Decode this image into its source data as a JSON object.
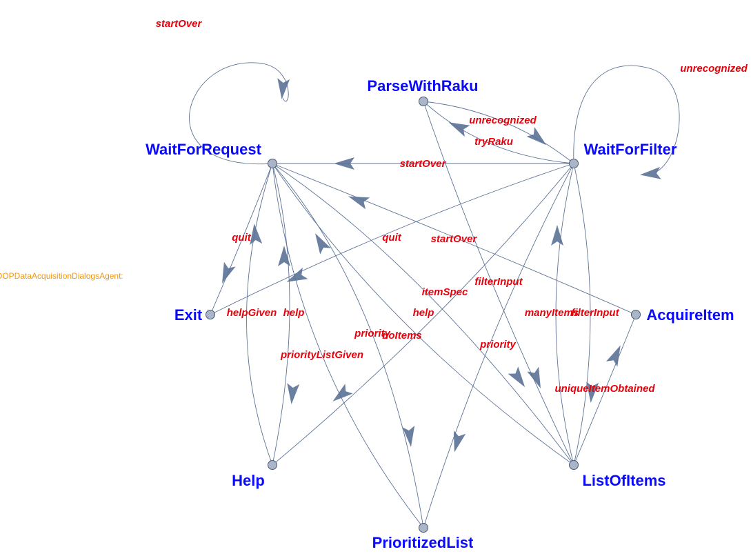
{
  "colors": {
    "node_label": "#0a0aff",
    "edge_label": "#e8000b",
    "edge": "#5b7296",
    "arrow": "#5b7296",
    "node_fill": "#aab6c8",
    "node_stroke": "#4a5a75",
    "side_label": "#f2960f"
  },
  "side_label": "OOPDataAcquisitionDialogsAgent:",
  "nodes": [
    {
      "id": "WaitForRequest",
      "label": "WaitForRequest"
    },
    {
      "id": "ParseWithRaku",
      "label": "ParseWithRaku"
    },
    {
      "id": "WaitForFilter",
      "label": "WaitForFilter"
    },
    {
      "id": "Exit",
      "label": "Exit"
    },
    {
      "id": "AcquireItem",
      "label": "AcquireItem"
    },
    {
      "id": "Help",
      "label": "Help"
    },
    {
      "id": "ListOfItems",
      "label": "ListOfItems"
    },
    {
      "id": "PrioritizedList",
      "label": "PrioritizedList"
    }
  ],
  "edges": [
    {
      "from": "WaitForRequest",
      "to": "WaitForRequest",
      "label": "startOver"
    },
    {
      "from": "WaitForFilter",
      "to": "WaitForFilter",
      "label": "unrecognized"
    },
    {
      "from": "ParseWithRaku",
      "to": "WaitForFilter",
      "label": "unrecognized"
    },
    {
      "from": "WaitForFilter",
      "to": "ParseWithRaku",
      "label": "tryRaku"
    },
    {
      "from": "WaitForFilter",
      "to": "WaitForRequest",
      "label": "startOver"
    },
    {
      "from": "WaitForRequest",
      "to": "Exit",
      "label": "quit"
    },
    {
      "from": "WaitForFilter",
      "to": "Exit",
      "label": "quit"
    },
    {
      "from": "AcquireItem",
      "to": "WaitForRequest",
      "label": "startOver"
    },
    {
      "from": "WaitForRequest",
      "to": "ListOfItems",
      "label": "itemSpec"
    },
    {
      "from": "ParseWithRaku",
      "to": "ListOfItems",
      "label": "filterInput"
    },
    {
      "from": "Help",
      "to": "WaitForRequest",
      "label": "helpGiven"
    },
    {
      "from": "WaitForRequest",
      "to": "Help",
      "label": "help"
    },
    {
      "from": "WaitForFilter",
      "to": "Help",
      "label": "help"
    },
    {
      "from": "ListOfItems",
      "to": "WaitForFilter",
      "label": "manyItems"
    },
    {
      "from": "WaitForFilter",
      "to": "ListOfItems",
      "label": "filterInput"
    },
    {
      "from": "WaitForRequest",
      "to": "PrioritizedList",
      "label": "priority"
    },
    {
      "from": "ListOfItems",
      "to": "WaitForRequest",
      "label": "noItems"
    },
    {
      "from": "PrioritizedList",
      "to": "WaitForRequest",
      "label": "priorityListGiven"
    },
    {
      "from": "WaitForFilter",
      "to": "PrioritizedList",
      "label": "priority"
    },
    {
      "from": "ListOfItems",
      "to": "AcquireItem",
      "label": "uniqueItemObtained"
    }
  ]
}
